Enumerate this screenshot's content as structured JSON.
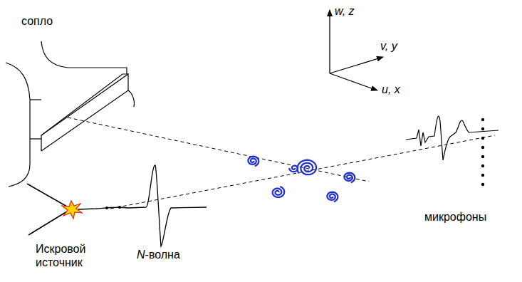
{
  "diagram": {
    "labels": [
      "сопло",
      "w, z",
      "v, y",
      "u, x",
      "Искровой источник",
      "N-волна",
      "микрофоны"
    ]
  }
}
